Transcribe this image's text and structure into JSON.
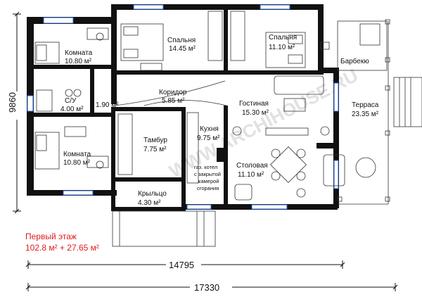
{
  "plan": {
    "rooms": [
      {
        "id": "bedroom-1",
        "name": "Спальня",
        "area": "14.45 м²"
      },
      {
        "id": "bedroom-2",
        "name": "Спальня",
        "area": "11.10 м²"
      },
      {
        "id": "room-1",
        "name": "Комната",
        "area": "10.80 м²"
      },
      {
        "id": "room-2",
        "name": "Комната",
        "area": "10.80 м²"
      },
      {
        "id": "bathroom",
        "name": "С/У",
        "area": "4.00 м²"
      },
      {
        "id": "hall-nook",
        "name": "",
        "area": "1.90 м²"
      },
      {
        "id": "corridor",
        "name": "Коридор",
        "area": "5.85 м²"
      },
      {
        "id": "living",
        "name": "Гостиная",
        "area": "15.30 м²"
      },
      {
        "id": "kitchen",
        "name": "Кухня",
        "area": "9.75 м²"
      },
      {
        "id": "vestibule",
        "name": "Тамбур",
        "area": "7.75 м²"
      },
      {
        "id": "dining",
        "name": "Столовая",
        "area": "11.10 м²"
      },
      {
        "id": "porch",
        "name": "Крыльцо",
        "area": "4.30 м²"
      },
      {
        "id": "terrace",
        "name": "Терраса",
        "area": "23.35 м²"
      }
    ],
    "barbecue": "Барбекю",
    "boiler_note": [
      "газ. котел",
      "с закрытой",
      "камерой",
      "сгорания"
    ],
    "floor_title": "Первый этаж",
    "floor_area": "102.8 м² + 27.65 м²",
    "dimensions": {
      "inner_width": "14795",
      "outer_width": "17330",
      "depth": "9860"
    },
    "watermark": "WWW.ARCHIHOUSE.RU",
    "colors": {
      "walls": "#111111",
      "windows": "#2a5fd0",
      "area_note": "#e01b1b"
    }
  }
}
